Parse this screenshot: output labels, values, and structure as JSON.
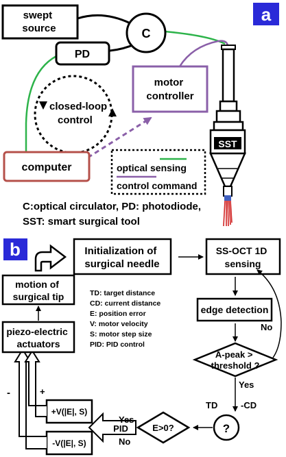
{
  "panel_a": {
    "label": "a",
    "swept_source": [
      "swept",
      "source"
    ],
    "circulator": "C",
    "photodiode": "PD",
    "motor_controller": [
      "motor",
      "controller"
    ],
    "loop_label": [
      "closed-loop",
      "control"
    ],
    "computer": "computer",
    "tool": "SST",
    "legend": {
      "optical": "optical sensing",
      "control": "control command"
    },
    "caption": [
      "C:optical circulator, PD: photodiode,",
      "SST: smart surgical tool"
    ],
    "colors": {
      "optical": "#2db34a",
      "control": "#8a5fa8",
      "computer_border": "#b5504a",
      "panel_label_bg": "#2a2ad8"
    }
  },
  "panel_b": {
    "label": "b",
    "init": [
      "Initialization of",
      "surgical needle"
    ],
    "ssoct": [
      "SS-OCT   1D",
      "sensing"
    ],
    "edge": "edge detection",
    "decision": [
      "A-peak  >",
      "threshold ?"
    ],
    "yes": "Yes",
    "no": "No",
    "td": "TD",
    "cd": "-CD",
    "question": "?",
    "egt": "E>0?",
    "pid": "PID",
    "pid_yes": "Yes",
    "pid_no": "No",
    "vpos": "+V(|E|, S)",
    "vneg": "-V(|E|, S)",
    "minus": "-",
    "plus": "+",
    "piezo": [
      "piezo-electric",
      "actuators"
    ],
    "motion": [
      "motion of",
      "surgical tip"
    ],
    "legend": [
      "TD: target distance",
      "CD: current distance",
      "E: position error",
      "V: motor velocity",
      "S: motor step size",
      "PID: PID control"
    ]
  }
}
